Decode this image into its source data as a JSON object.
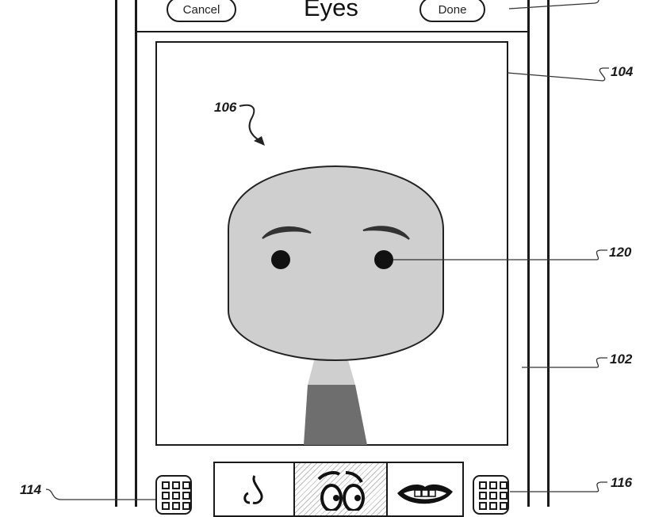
{
  "header": {
    "title": "Eyes",
    "cancel_label": "Cancel",
    "done_label": "Done"
  },
  "avatar": {
    "face_color": "#cfcfcf",
    "shirt_color": "#6e6e6e",
    "edited_feature": "eyes"
  },
  "feature_strip": {
    "items": [
      {
        "name": "nose",
        "icon": "nose-icon",
        "selected": false
      },
      {
        "name": "eyes",
        "icon": "eyes-icon",
        "selected": true
      },
      {
        "name": "mouth",
        "icon": "mouth-icon",
        "selected": false
      }
    ],
    "left_button_icon": "grid-icon",
    "right_button_icon": "grid-icon"
  },
  "reference_labels": {
    "r104": "104",
    "r106": "106",
    "r120": "120",
    "r102": "102",
    "r114": "114",
    "r116": "116"
  }
}
